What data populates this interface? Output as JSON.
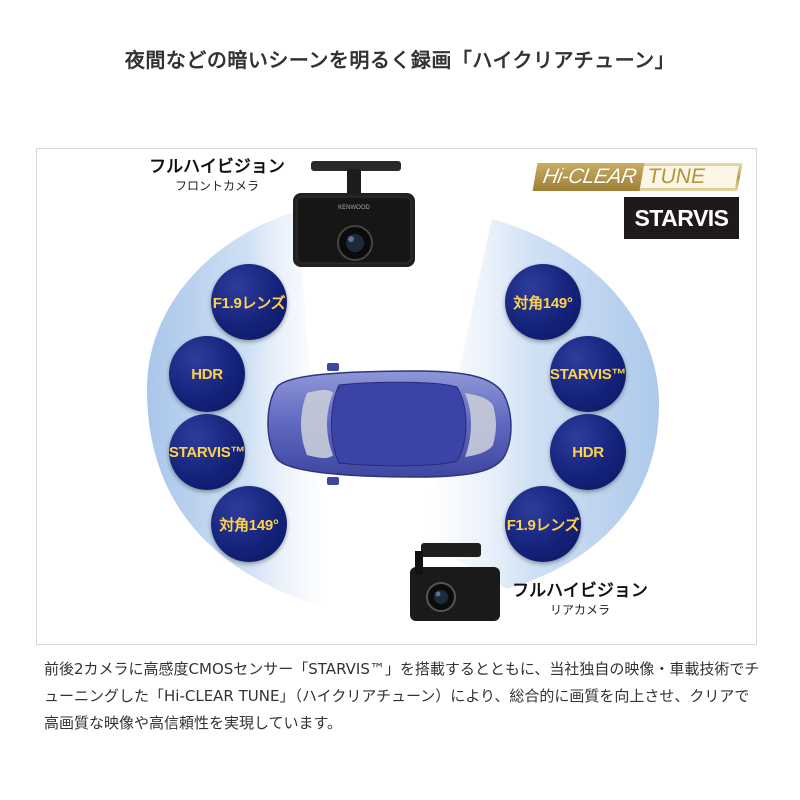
{
  "title": "夜間などの暗いシーンを明るく録画「ハイクリアチューン」",
  "logos": {
    "hiclear_left": "Hi-CLEAR",
    "hiclear_right": "TUNE",
    "starvis": "STARVIS"
  },
  "front_camera": {
    "label": "フルハイビジョン",
    "sub": "フロントカメラ",
    "brand": "KENWOOD",
    "features": [
      "F1.9レンズ",
      "HDR",
      "STARVIS™",
      "対角149°"
    ]
  },
  "rear_camera": {
    "label": "フルハイビジョン",
    "sub": "リアカメラ",
    "features": [
      "対角149°",
      "STARVIS™",
      "HDR",
      "F1.9レンズ"
    ]
  },
  "description": "前後2カメラに高感度CMOSセンサー「STARVIS™」を搭載するとともに、当社独自の映像・車載技術でチューニングした「Hi-CLEAR TUNE」（ハイクリアチューン）により、総合的に画質を向上させ、クリアで高画質な映像や高信頼性を実現しています。",
  "colors": {
    "pill_fill": "#14227a",
    "pill_text": "#ffd24a",
    "fan_blue": "#b9d2ee",
    "car_body": "#6a72c6"
  }
}
